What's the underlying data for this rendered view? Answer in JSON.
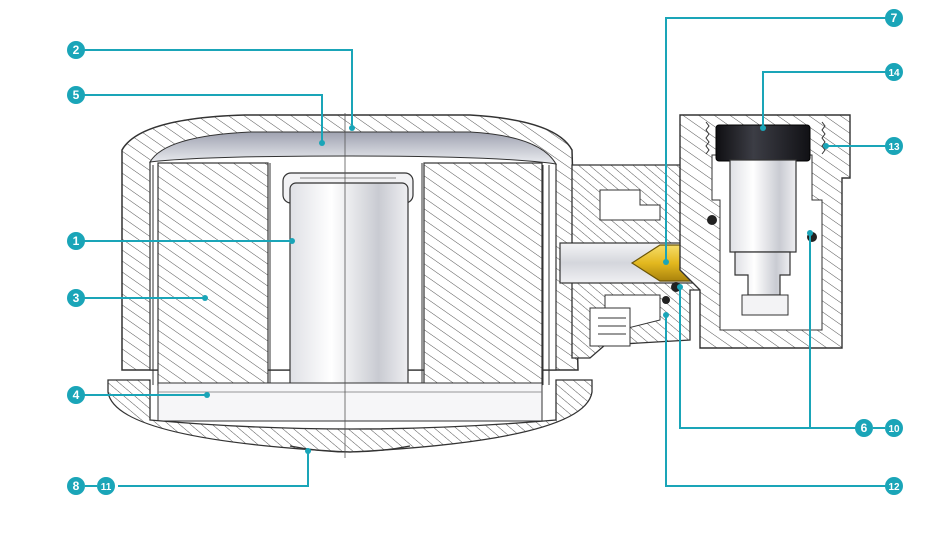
{
  "colors": {
    "accent": "#1aa5b8",
    "outline": "#3a3a3a",
    "hatch": "#555555",
    "metal_light": "#e6e6ea",
    "metal_mid": "#b9bcc4",
    "dark_cap": "#1b1b1f",
    "brass": "#e3b81f"
  },
  "callouts": [
    {
      "id": "c1",
      "label": "1"
    },
    {
      "id": "c2",
      "label": "2"
    },
    {
      "id": "c3",
      "label": "3"
    },
    {
      "id": "c4",
      "label": "4"
    },
    {
      "id": "c5",
      "label": "5"
    },
    {
      "id": "c6",
      "label": "6"
    },
    {
      "id": "c7",
      "label": "7"
    },
    {
      "id": "c8",
      "label": "8"
    },
    {
      "id": "c10",
      "label": "10"
    },
    {
      "id": "c11",
      "label": "11"
    },
    {
      "id": "c12",
      "label": "12"
    },
    {
      "id": "c13",
      "label": "13"
    },
    {
      "id": "c14",
      "label": "14"
    }
  ]
}
